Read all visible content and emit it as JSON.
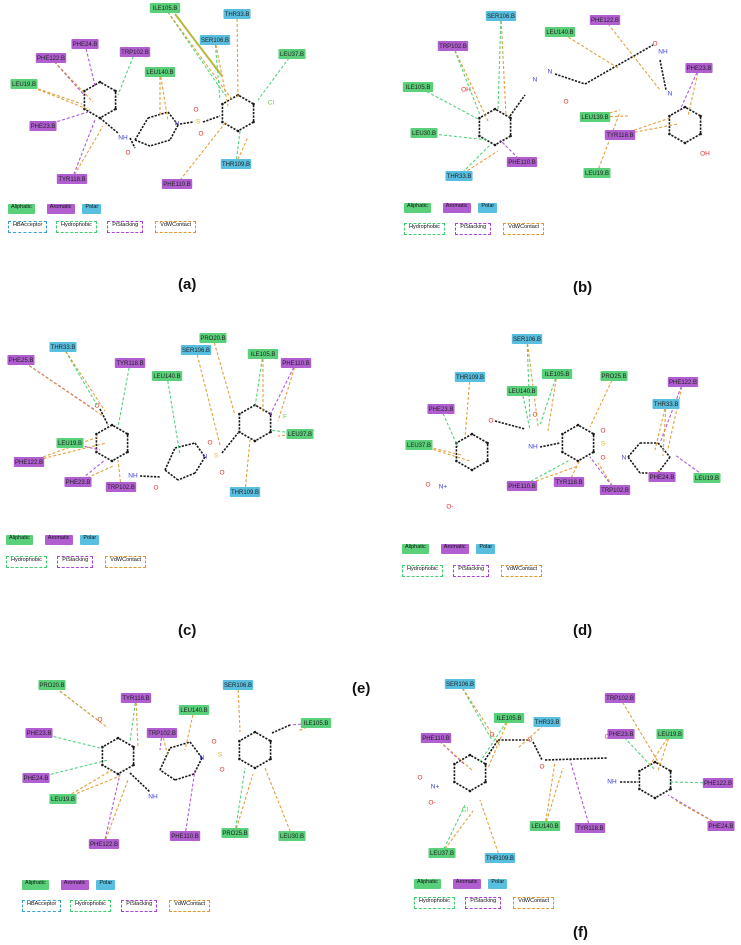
{
  "colors": {
    "aliphatic": "#5ad07a",
    "aromatic": "#b15ed1",
    "polar": "#59bfe0",
    "hbacceptor": "#3b9fd6",
    "hydrophobic": "#3fcf6f",
    "pistacking": "#a745d6",
    "vdwcontact": "#e0962a",
    "bond": "#1a1a1a",
    "oxygen": "#e0302a",
    "nitrogen": "#3a3ad8",
    "sulfur": "#d8b92a",
    "halogen": "#66cc44"
  },
  "legend_types": {
    "Aliphatic": "aliphatic",
    "Aromatic": "aromatic",
    "Polar": "polar",
    "HBAcceptor": "hbacceptor",
    "Hydrophobic": "hydrophobic",
    "PiStacking": "pistacking",
    "VdWContact": "vdwcontact"
  },
  "panels": [
    {
      "label": "(a)",
      "residues": [
        {
          "name": "ILE105.B",
          "type": "aliphatic"
        },
        {
          "name": "THR33.B",
          "type": "polar"
        },
        {
          "name": "SER106.B",
          "type": "polar"
        },
        {
          "name": "PHE24.B",
          "type": "aromatic"
        },
        {
          "name": "PHE122.B",
          "type": "aromatic"
        },
        {
          "name": "TRP102.B",
          "type": "aromatic"
        },
        {
          "name": "LEU140.B",
          "type": "aliphatic"
        },
        {
          "name": "LEU37.B",
          "type": "aliphatic"
        },
        {
          "name": "LEU19.B",
          "type": "aliphatic"
        },
        {
          "name": "PHE23.B",
          "type": "aromatic"
        },
        {
          "name": "THR109.B",
          "type": "polar"
        },
        {
          "name": "PHE110.B",
          "type": "aromatic"
        },
        {
          "name": "TYR118.B",
          "type": "aromatic"
        }
      ],
      "legend_row1": [
        "Aliphatic",
        "Aromatic",
        "Polar"
      ],
      "legend_row2": [
        "HBAcceptor",
        "Hydrophobic",
        "PiStacking",
        "VdWContact"
      ]
    },
    {
      "label": "(b)",
      "residues": [
        {
          "name": "SER106.B",
          "type": "polar"
        },
        {
          "name": "PHE122.B",
          "type": "aromatic"
        },
        {
          "name": "TRP102.B",
          "type": "aromatic"
        },
        {
          "name": "LEU140.B",
          "type": "aliphatic"
        },
        {
          "name": "PHE23.B",
          "type": "aromatic"
        },
        {
          "name": "ILE105.B",
          "type": "aliphatic"
        },
        {
          "name": "LEU139.B",
          "type": "aliphatic"
        },
        {
          "name": "LEU30.B",
          "type": "aliphatic"
        },
        {
          "name": "TYR118.B",
          "type": "aromatic"
        },
        {
          "name": "PHE110.B",
          "type": "aromatic"
        },
        {
          "name": "THR33.B",
          "type": "polar"
        },
        {
          "name": "LEU19.B",
          "type": "aliphatic"
        }
      ],
      "legend_row1": [
        "Aliphatic",
        "Aromatic",
        "Polar"
      ],
      "legend_row2": [
        "Hydrophobic",
        "PiStacking",
        "VdWContact"
      ]
    },
    {
      "label": "(c)",
      "residues": [
        {
          "name": "THR33.B",
          "type": "polar"
        },
        {
          "name": "PRO20.B",
          "type": "aliphatic"
        },
        {
          "name": "ILE105.B",
          "type": "aliphatic"
        },
        {
          "name": "SER106.B",
          "type": "polar"
        },
        {
          "name": "PHE25.B",
          "type": "aromatic"
        },
        {
          "name": "TYR118.B",
          "type": "aromatic"
        },
        {
          "name": "PHE110.B",
          "type": "aromatic"
        },
        {
          "name": "LEU140.B",
          "type": "aliphatic"
        },
        {
          "name": "PHE122.B",
          "type": "aromatic"
        },
        {
          "name": "LEU19.B",
          "type": "aliphatic"
        },
        {
          "name": "LEU37.B",
          "type": "aliphatic"
        },
        {
          "name": "THR109.B",
          "type": "polar"
        },
        {
          "name": "PHE23.B",
          "type": "aromatic"
        },
        {
          "name": "TRP102.B",
          "type": "aromatic"
        }
      ],
      "legend_row1": [
        "Aliphatic",
        "Aromatic",
        "Polar"
      ],
      "legend_row2": [
        "Hydrophobic",
        "PiStacking",
        "VdWContact"
      ]
    },
    {
      "label": "(d)",
      "residues": [
        {
          "name": "SER106.B",
          "type": "polar"
        },
        {
          "name": "THR109.B",
          "type": "polar"
        },
        {
          "name": "ILE105.B",
          "type": "aliphatic"
        },
        {
          "name": "PRO25.B",
          "type": "aliphatic"
        },
        {
          "name": "PHE122.B",
          "type": "aromatic"
        },
        {
          "name": "LEU140.B",
          "type": "aliphatic"
        },
        {
          "name": "THR33.B",
          "type": "polar"
        },
        {
          "name": "PHE23.B",
          "type": "aromatic"
        },
        {
          "name": "LEU37.B",
          "type": "aliphatic"
        },
        {
          "name": "LEU19.B",
          "type": "aliphatic"
        },
        {
          "name": "PHE110.B",
          "type": "aromatic"
        },
        {
          "name": "TYR118.B",
          "type": "aromatic"
        },
        {
          "name": "TRP102.B",
          "type": "aromatic"
        },
        {
          "name": "PHE24.B",
          "type": "aromatic"
        }
      ],
      "legend_row1": [
        "Aliphatic",
        "Aromatic",
        "Polar"
      ],
      "legend_row2": [
        "Hydrophobic",
        "PiStacking",
        "VdWContact"
      ]
    },
    {
      "label": "(e)",
      "residues": [
        {
          "name": "PRO20.B",
          "type": "aliphatic"
        },
        {
          "name": "SER106.B",
          "type": "polar"
        },
        {
          "name": "TYR118.B",
          "type": "aromatic"
        },
        {
          "name": "LEU140.B",
          "type": "aliphatic"
        },
        {
          "name": "ILE105.B",
          "type": "aliphatic"
        },
        {
          "name": "PHE23.B",
          "type": "aromatic"
        },
        {
          "name": "TRP102.B",
          "type": "aromatic"
        },
        {
          "name": "PHE24.B",
          "type": "aromatic"
        },
        {
          "name": "LEU19.B",
          "type": "aliphatic"
        },
        {
          "name": "PHE110.B",
          "type": "aromatic"
        },
        {
          "name": "PRO25.B",
          "type": "aliphatic"
        },
        {
          "name": "LEU30.B",
          "type": "aliphatic"
        },
        {
          "name": "PHE122.B",
          "type": "aromatic"
        }
      ],
      "legend_row1": [
        "Aliphatic",
        "Aromatic",
        "Polar"
      ],
      "legend_row2": [
        "HBAcceptor",
        "Hydrophobic",
        "PiStacking",
        "VdWContact"
      ]
    },
    {
      "label": "(f)",
      "residues": [
        {
          "name": "SER106.B",
          "type": "polar"
        },
        {
          "name": "TRP102.B",
          "type": "aromatic"
        },
        {
          "name": "ILE105.B",
          "type": "aliphatic"
        },
        {
          "name": "THR33.B",
          "type": "polar"
        },
        {
          "name": "PHE110.B",
          "type": "aromatic"
        },
        {
          "name": "PHE23.B",
          "type": "aromatic"
        },
        {
          "name": "LEU19.B",
          "type": "aliphatic"
        },
        {
          "name": "PHE122.B",
          "type": "aromatic"
        },
        {
          "name": "LEU140.B",
          "type": "aliphatic"
        },
        {
          "name": "TYR118.B",
          "type": "aromatic"
        },
        {
          "name": "LEU37.B",
          "type": "aliphatic"
        },
        {
          "name": "THR109.B",
          "type": "polar"
        },
        {
          "name": "PHE24.B",
          "type": "aromatic"
        }
      ],
      "legend_row1": [
        "Aliphatic",
        "Aromatic",
        "Polar"
      ],
      "legend_row2": [
        "Hydrophobic",
        "PiStacking",
        "VdWContact"
      ]
    }
  ]
}
